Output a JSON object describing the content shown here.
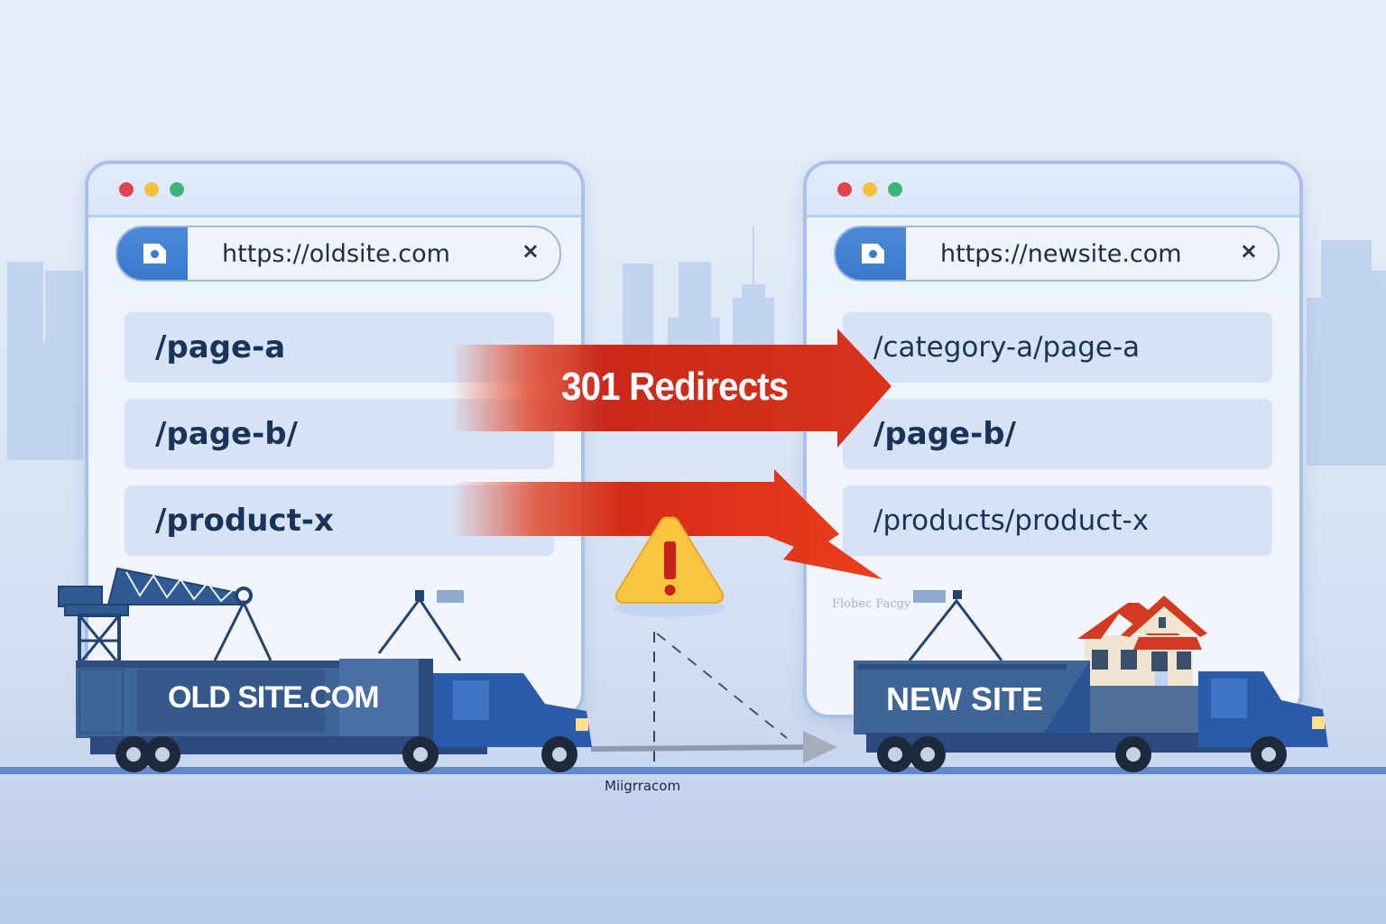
{
  "colors": {
    "accent_red": "#d8321a",
    "browser_border": "#a9c1e6",
    "row_bg": "#d6e3f6",
    "text_dark": "#183559",
    "truck_blue": "#2a5ba8",
    "container_blue": "#3f6496",
    "warning_yellow": "#f6c640"
  },
  "old_browser": {
    "url": "https://oldsite.com",
    "close_icon": "×",
    "rows": [
      "/page-a",
      "/page-b/",
      "/product-x"
    ]
  },
  "new_browser": {
    "url": "https://newsite.com",
    "close_icon": "×",
    "rows": [
      "/category-a/page-a",
      "/page-b/",
      "/products/product-x"
    ]
  },
  "redirect_arrow": {
    "label": "301 Redirects"
  },
  "warning": {
    "icon": "warning-triangle-icon",
    "glyph": "!"
  },
  "old_truck": {
    "label": "OLD SITE.COM"
  },
  "new_truck": {
    "label": "NEW SITE"
  },
  "faint_text": "Flobec Facgy",
  "caption": "Miigrracom"
}
